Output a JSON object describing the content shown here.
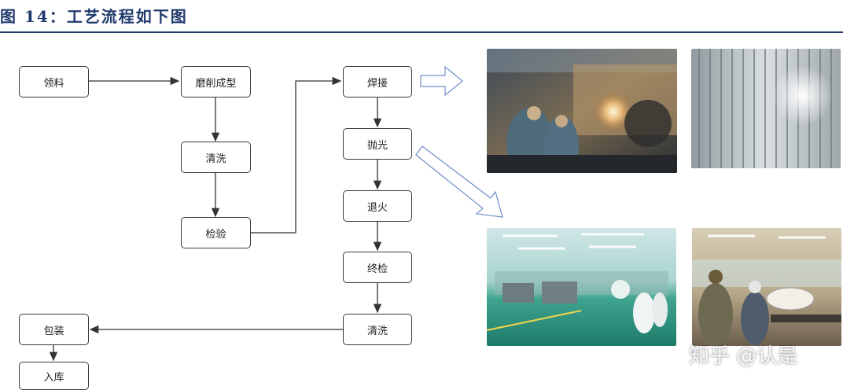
{
  "header": {
    "title": "图 14：工艺流程如下图"
  },
  "flow_nodes": {
    "lingliao": "领料",
    "moxue": "磨削成型",
    "qingxi1": "清洗",
    "jianyan": "检验",
    "hanjie": "焊接",
    "paoguang": "抛光",
    "tuihuo": "退火",
    "zhongjian": "终检",
    "qingxi2": "清洗",
    "baozhuang": "包装",
    "ruku": "入库"
  },
  "watermark": "知乎 @认是",
  "colors": {
    "title": "#1f3a6b",
    "box_border": "#3a3a3a",
    "arrow": "#333333",
    "callout_arrow": "#6f8fc7"
  }
}
